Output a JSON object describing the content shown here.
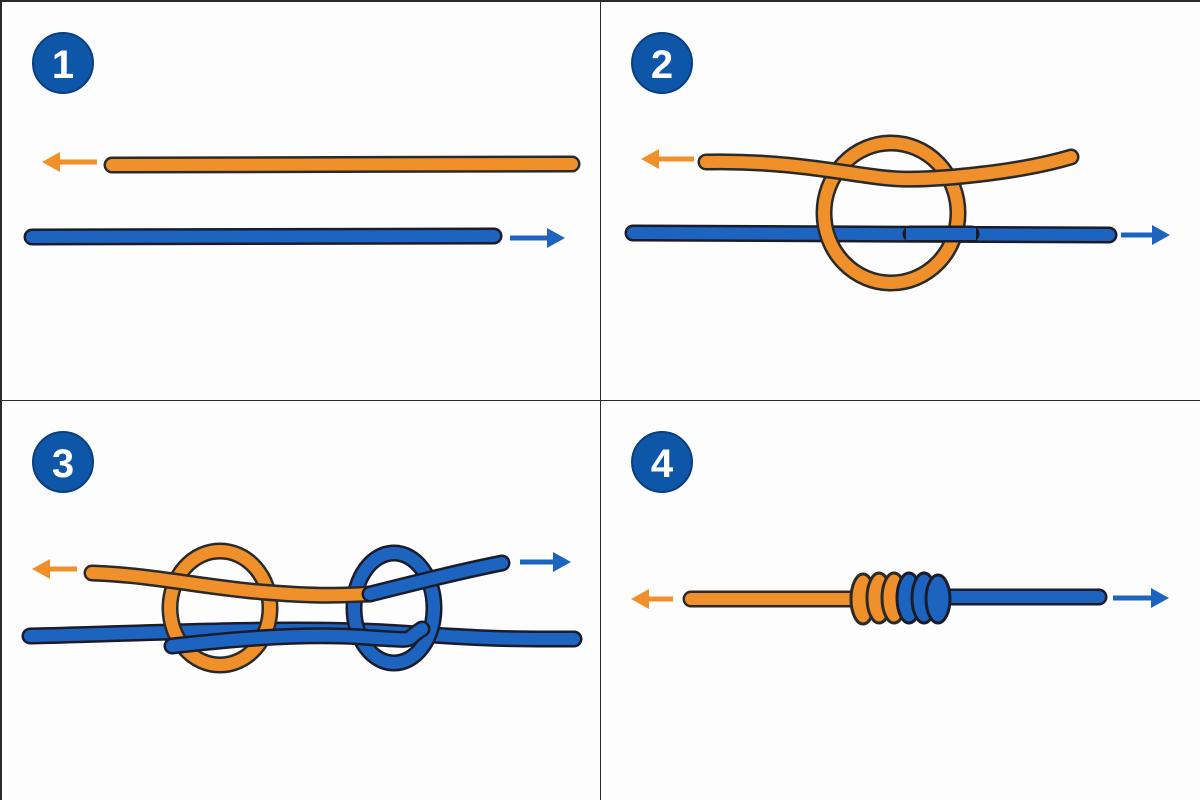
{
  "colors": {
    "orange": "#f0902a",
    "blue": "#1d63c0",
    "badge": "#0d56a8",
    "outline": "#2a2a2a"
  },
  "steps": [
    {
      "number": "1"
    },
    {
      "number": "2"
    },
    {
      "number": "3"
    },
    {
      "number": "4"
    }
  ]
}
